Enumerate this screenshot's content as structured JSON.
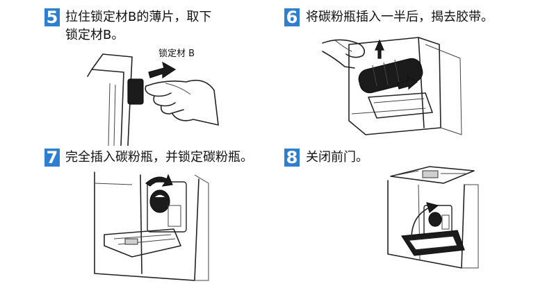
{
  "steps": [
    {
      "number": "5",
      "line1": "拉住锁定材B的薄片，取下",
      "line2": "锁定材B。",
      "label": "锁定材 B"
    },
    {
      "number": "6",
      "line1": "将碳粉瓶插入一半后，揭去胶带。"
    },
    {
      "number": "7",
      "line1": "完全插入碳粉瓶，并锁定碳粉瓶。"
    },
    {
      "number": "8",
      "line1": "关闭前门。"
    }
  ],
  "colors": {
    "badge": "#2f7fd0",
    "text": "#111111"
  }
}
